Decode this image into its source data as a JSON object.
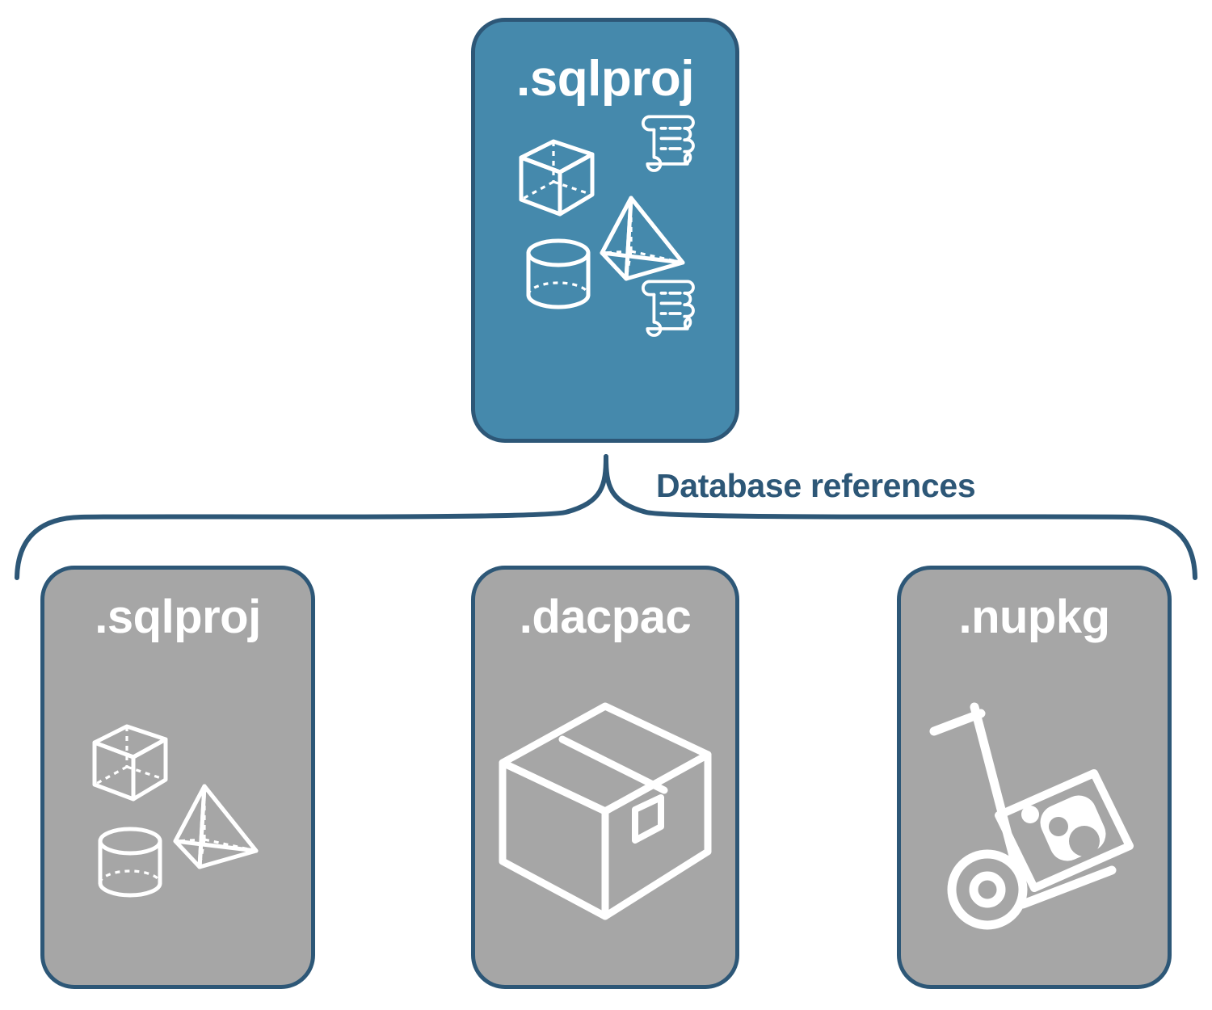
{
  "diagram": {
    "title_label": "Database references",
    "colors": {
      "accent_blue": "#4589ac",
      "border_blue": "#2d5777",
      "gray": "#a6a6a6",
      "icon_white": "#ffffff",
      "background": "#ffffff"
    },
    "source_card": {
      "label": ".sqlproj",
      "fill": "blue",
      "icons": [
        "cube-icon",
        "scroll-icon",
        "pyramid-icon",
        "cylinder-icon",
        "scroll-icon"
      ]
    },
    "reference_cards": [
      {
        "label": ".sqlproj",
        "fill": "gray",
        "icons": [
          "cube-icon",
          "pyramid-icon",
          "cylinder-icon"
        ]
      },
      {
        "label": ".dacpac",
        "fill": "gray",
        "icons": [
          "package-box-icon"
        ]
      },
      {
        "label": ".nupkg",
        "fill": "gray",
        "icons": [
          "hand-truck-nuget-icon"
        ]
      }
    ],
    "connector": {
      "type": "curly-brace",
      "orientation": "down",
      "label": "Database references"
    }
  }
}
